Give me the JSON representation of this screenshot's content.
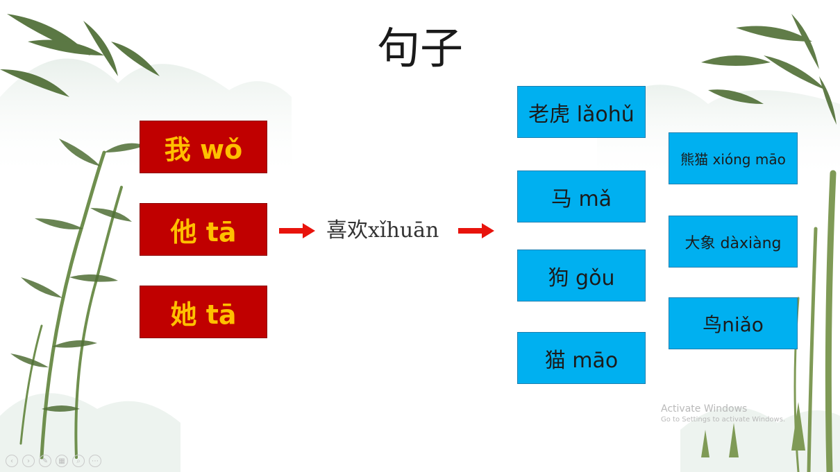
{
  "slide": {
    "title": "句子",
    "pronouns": [
      {
        "label": "我 wǒ"
      },
      {
        "label": "他 tā"
      },
      {
        "label": "她 tā"
      }
    ],
    "verb": "喜欢xǐhuān",
    "animals_col1": [
      {
        "label": "老虎 lǎohǔ"
      },
      {
        "label": "马 mǎ"
      },
      {
        "label": "狗 gǒu"
      },
      {
        "label": "猫 māo"
      }
    ],
    "animals_col2": [
      {
        "label": "熊猫 xióng māo"
      },
      {
        "label": "大象 dàxiàng"
      },
      {
        "label": "鸟niǎo"
      }
    ],
    "colors": {
      "pronoun_bg": "#c00000",
      "pronoun_text": "#ffc000",
      "animal_bg": "#00b0f0",
      "arrow": "#e8130c"
    }
  },
  "watermark": {
    "line1": "Activate Windows",
    "line2": "Go to Settings to activate Windows."
  },
  "controls": {
    "icons": [
      "prev-icon",
      "next-icon",
      "pen-icon",
      "grid-icon",
      "zoom-icon",
      "more-icon"
    ],
    "glyphs": [
      "‹",
      "›",
      "✎",
      "▦",
      "⌕",
      "⋯"
    ]
  }
}
